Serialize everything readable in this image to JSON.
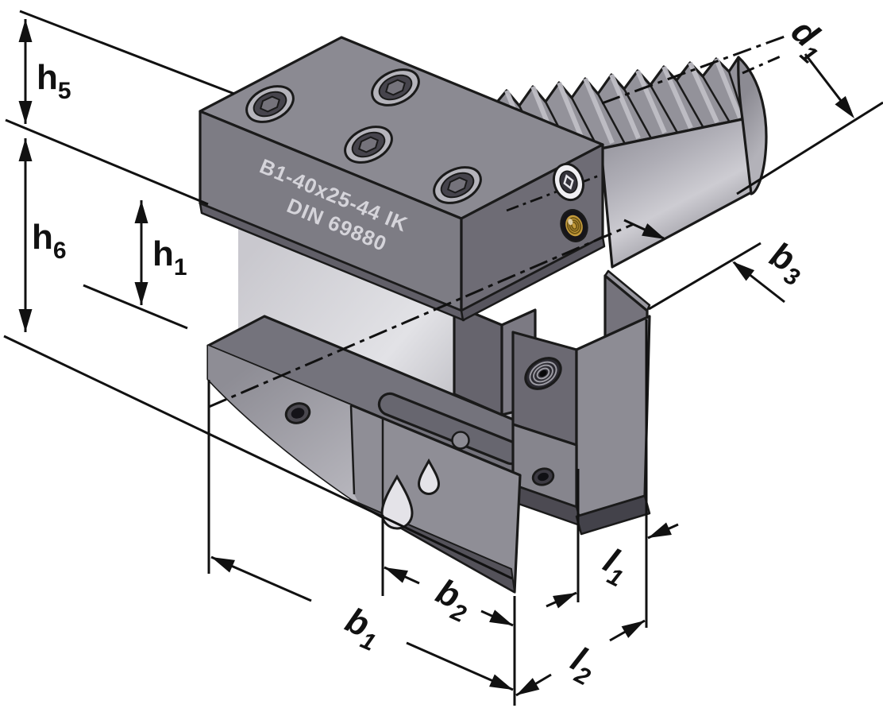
{
  "figure": {
    "type": "technical-drawing",
    "subject": "Axial tool holder with serrated cylindrical shank (VDI type)",
    "view": "isometric shaded illustration with dimension annotations"
  },
  "part_markings": {
    "model": "B1-40x25-44 IK",
    "standard": "DIN 69880"
  },
  "dimension_labels": {
    "h5": {
      "base": "h",
      "sub": "5"
    },
    "h6": {
      "base": "h",
      "sub": "6"
    },
    "h1": {
      "base": "h",
      "sub": "1"
    },
    "d1": {
      "base": "d",
      "sub": "1"
    },
    "b3": {
      "base": "b",
      "sub": "3"
    },
    "b2": {
      "base": "b",
      "sub": "2"
    },
    "b1": {
      "base": "b",
      "sub": "1"
    },
    "l1": {
      "base": "l",
      "sub": "1"
    },
    "l2": {
      "base": "l",
      "sub": "2"
    }
  },
  "colors": {
    "background": "#ffffff",
    "outline": "#1a1a1a",
    "dimension_ink": "#111111",
    "body_top_face": "#8b8a92",
    "body_front_face": "#7d7c84",
    "body_side_face": "#6e6c75",
    "seat_wall_light": "#e2e2e6",
    "shank_highlight": "#cdccd2",
    "coolant_port_brass": "#c49b3c",
    "marking_text": "#d5d4da",
    "coolant_drop": "#e4e3e8"
  }
}
